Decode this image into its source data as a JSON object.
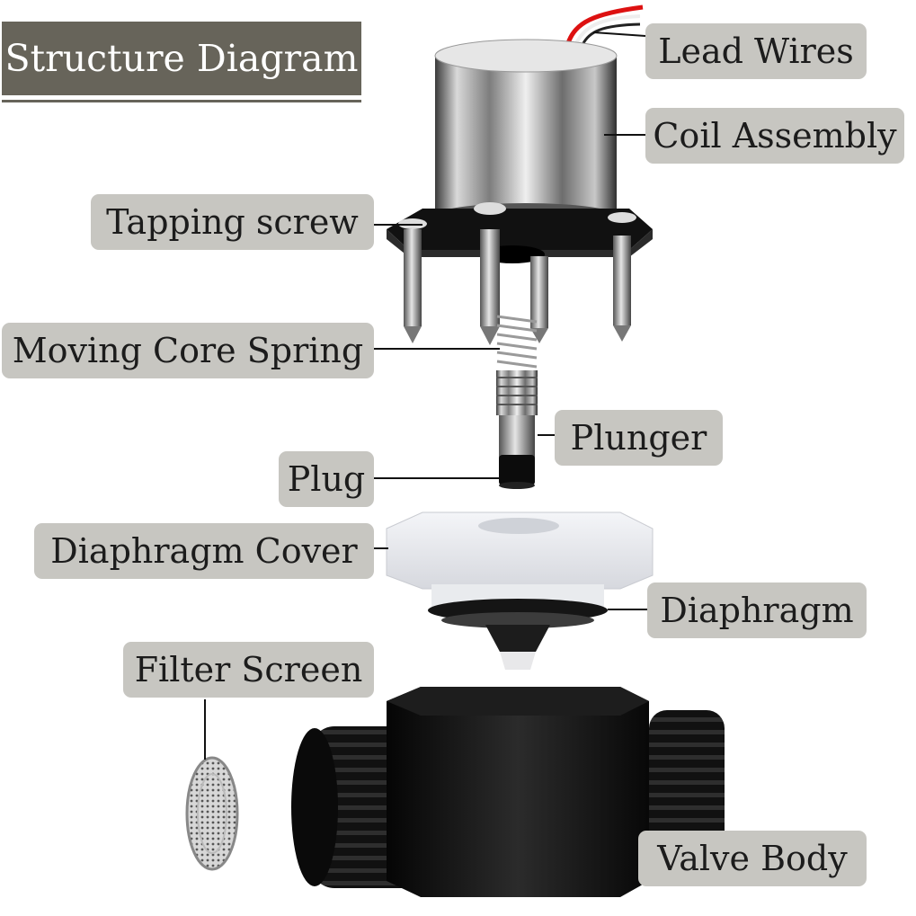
{
  "title": "Structure Diagram",
  "labels": {
    "lead_wires": "Lead Wires",
    "coil_assembly": "Coil Assembly",
    "tapping_screw": "Tapping screw",
    "moving_core_spring": "Moving Core Spring",
    "plunger": "Plunger",
    "plug": "Plug",
    "diaphragm_cover": "Diaphragm Cover",
    "diaphragm": "Diaphragm",
    "filter_screen": "Filter Screen",
    "valve_body": "Valve Body"
  },
  "colors": {
    "title_bg": "#67645a",
    "label_bg": "#c7c6c1",
    "leader_line": "#111111"
  }
}
